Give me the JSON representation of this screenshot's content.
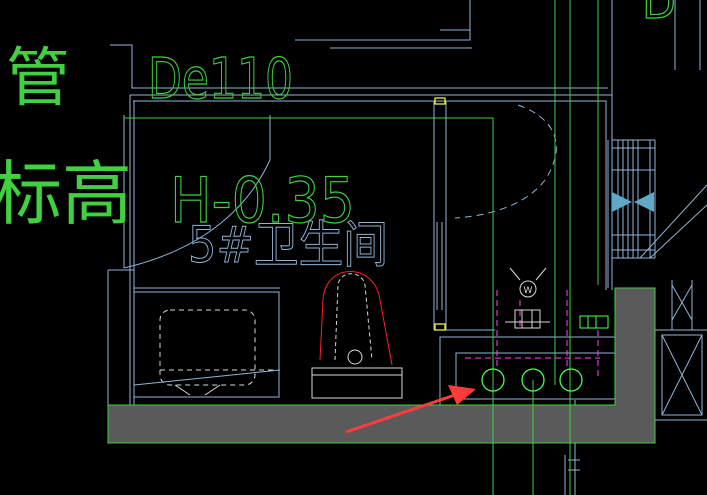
{
  "drawing": {
    "labels": {
      "pipe_char": "管",
      "elevation_chars": "标高",
      "pipe_size": "De110",
      "elevation_value": "H-0.35",
      "room_name": "5#卫生间",
      "top_right_fragment": "D"
    },
    "colors": {
      "background": "#000000",
      "wall_line": "#8fb5d6",
      "text_green": "#3fd13f",
      "bright_green": "#4cff4c",
      "slab_fill": "#5a5a5a",
      "magenta": "#ff40ff",
      "urinal_red": "#ff2020",
      "fixture_white": "#d8d8d8",
      "arrow_red": "#ff3b3b",
      "valve_blue": "#5fa8c9",
      "yellow_mark": "#ffff40"
    },
    "annotation": {
      "arrow_icon": "red-pointer-arrow",
      "floor_drain_count": 3
    }
  }
}
